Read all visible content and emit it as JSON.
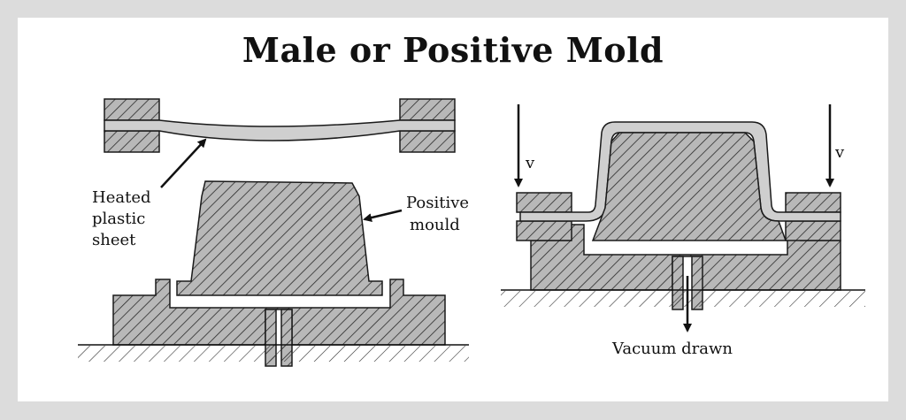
{
  "title": "Male or Positive Mold",
  "left_diagram": {
    "sheet_label_line1": "Heated",
    "sheet_label_line2": "plastic",
    "sheet_label_line3": "sheet",
    "mould_label_line1": "Positive",
    "mould_label_line2": "mould"
  },
  "right_diagram": {
    "force_left": "v",
    "force_right": "v",
    "vacuum_label": "Vacuum drawn"
  },
  "colors": {
    "hatch_fill": "#b8b8b8",
    "outline": "#1a1a1a",
    "sheet": "#cfcfcf",
    "background": "#ffffff",
    "border": "#dcdcdc"
  },
  "icons": [
    "arrow-icon",
    "hatch-pattern"
  ]
}
